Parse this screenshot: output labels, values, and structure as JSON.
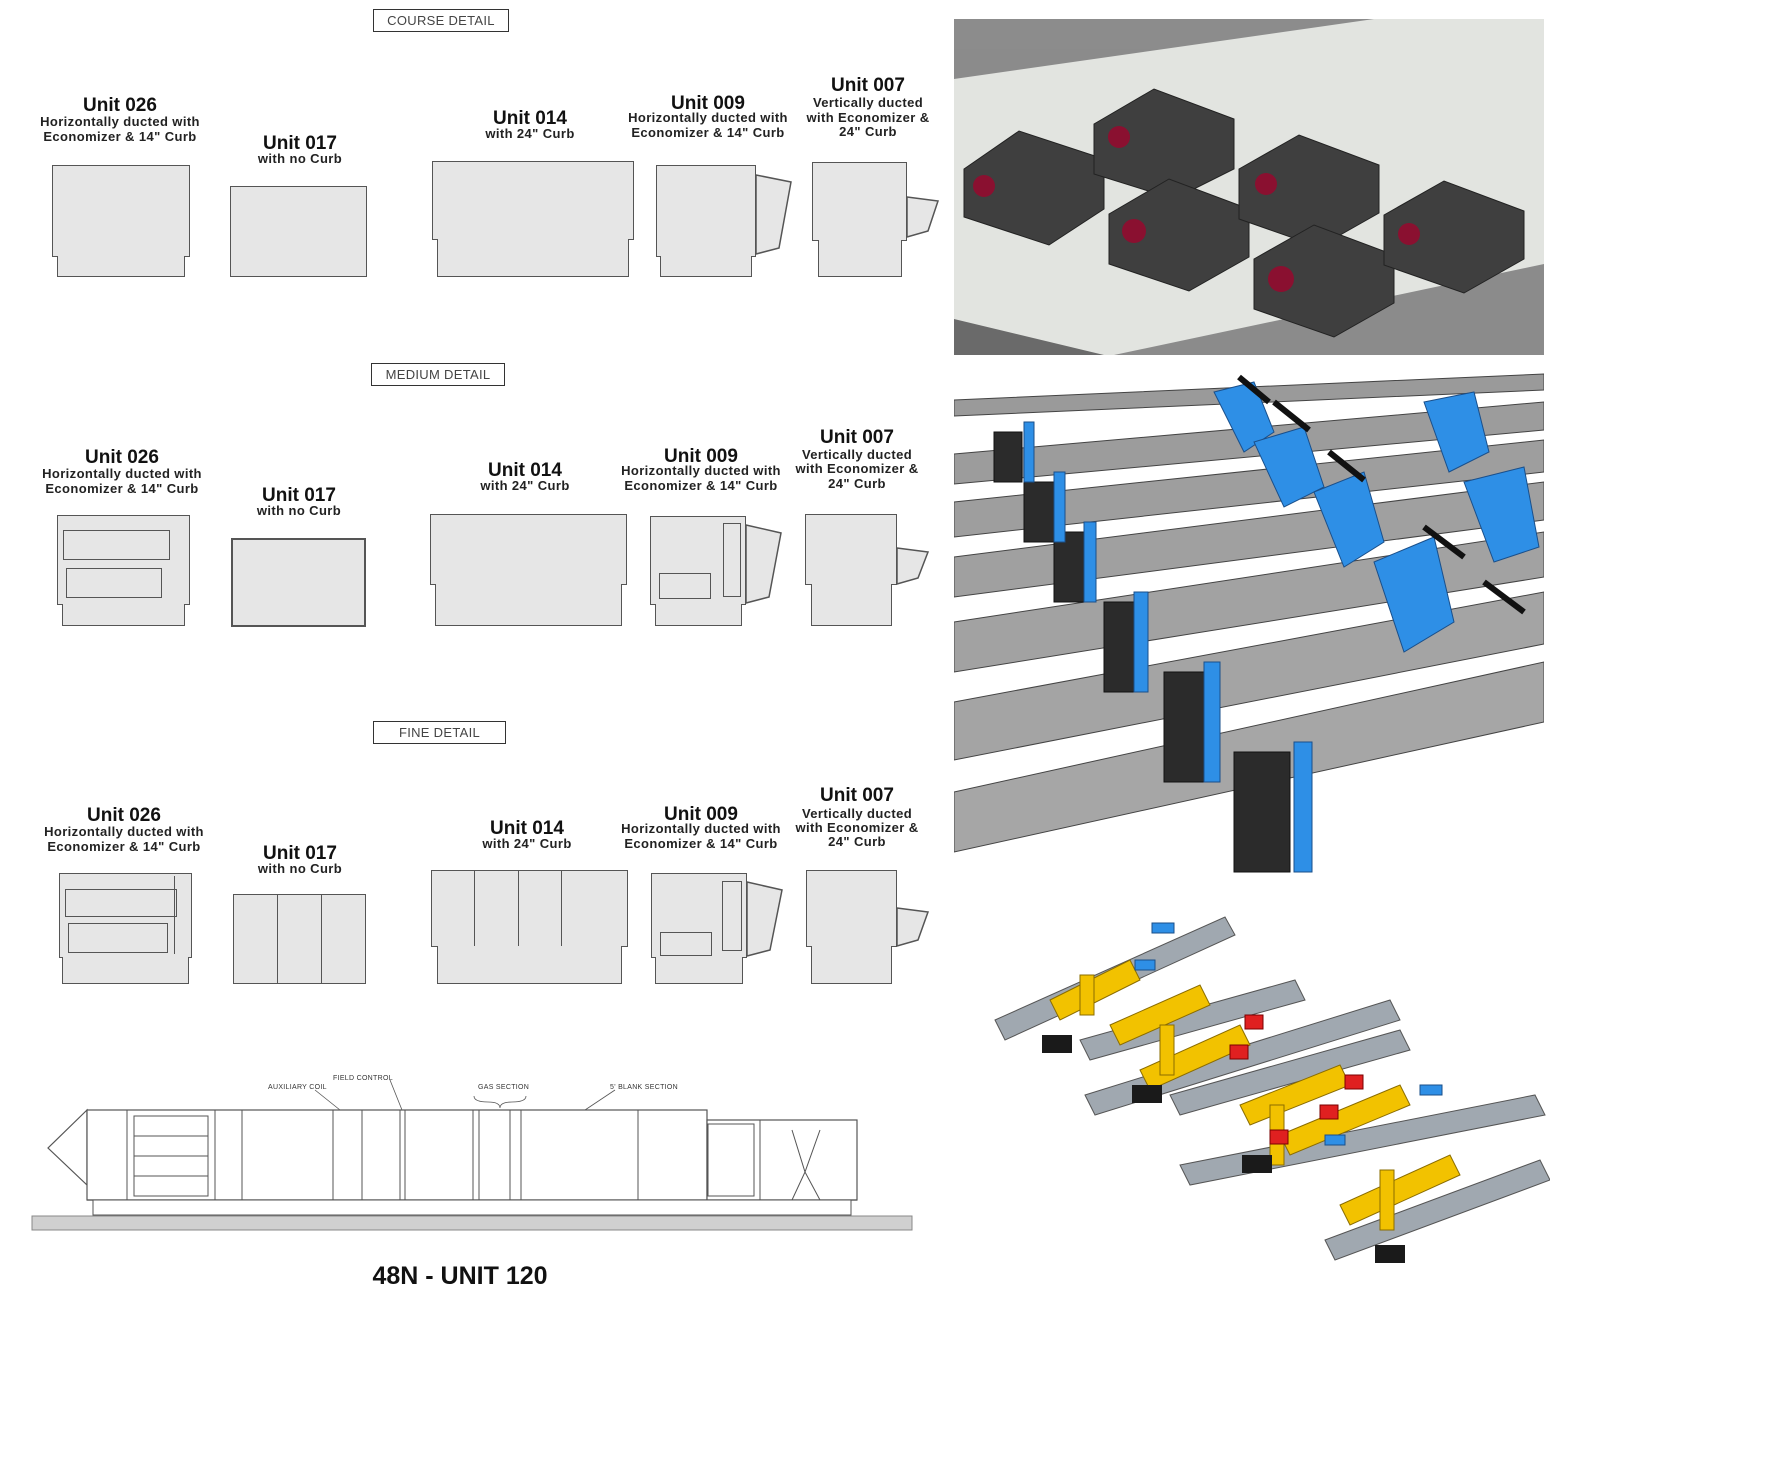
{
  "sections": {
    "course": "COURSE DETAIL",
    "medium": "MEDIUM DETAIL",
    "fine": "FINE DETAIL"
  },
  "units": [
    {
      "id": "u026",
      "title": "Unit 026",
      "sub1": "Horizontally ducted with",
      "sub2": "Economizer & 14\" Curb",
      "sub3": ""
    },
    {
      "id": "u017",
      "title": "Unit 017",
      "sub1": "with no Curb",
      "sub2": "",
      "sub3": ""
    },
    {
      "id": "u014",
      "title": "Unit 014",
      "sub1": "with 24\" Curb",
      "sub2": "",
      "sub3": ""
    },
    {
      "id": "u009",
      "title": "Unit 009",
      "sub1": "Horizontally ducted with",
      "sub2": "Economizer & 14\" Curb",
      "sub3": ""
    },
    {
      "id": "u007",
      "title": "Unit 007",
      "sub1": "Vertically ducted",
      "sub2": "with Economizer &",
      "sub3": "24\" Curb"
    }
  ],
  "elevation": {
    "title": "48N - UNIT 120",
    "annotations": {
      "aux_coil": "AUXILIARY COIL",
      "field_control": "FIELD CONTROL",
      "gas_section": "GAS SECTION",
      "blank_section": "5' BLANK SECTION"
    }
  },
  "colors": {
    "unit_fill": "#e6e6e6",
    "pipe_blue": "#2e8fe6",
    "fitting_yellow": "#f2c200",
    "valve_red": "#e02020",
    "pipe_gray": "#9a9a9a"
  }
}
